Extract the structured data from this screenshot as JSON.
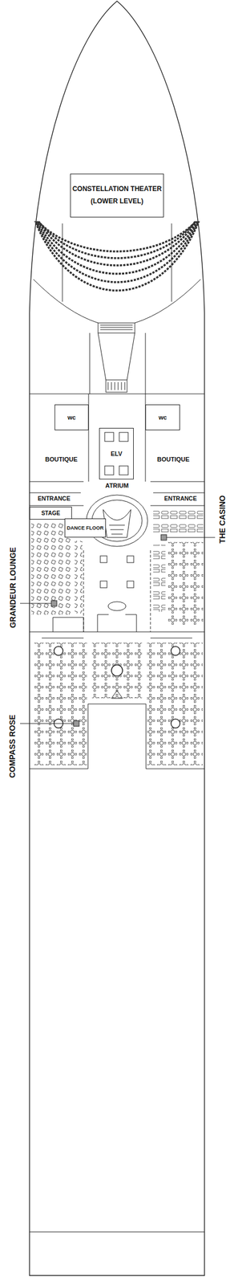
{
  "diagram": {
    "nodes": [
      {
        "text": [
          "CONSTELLATION THEATER",
          "(LOWER LEVEL)"
        ]
      },
      {
        "text": [
          "wc"
        ]
      },
      {
        "text": [
          "wc"
        ]
      },
      {
        "text": [
          "ELV"
        ]
      },
      {
        "text": [
          "STAGE"
        ]
      },
      {
        "text": [
          "DANCE FLOOR"
        ]
      }
    ],
    "labels": [
      "BOUTIQUE",
      "BOUTIQUE",
      "ATRIUM",
      "ENTRANCE",
      "ENTRANCE",
      "GRANDEUR LOUNGE",
      "THE CASINO",
      "COMPASS ROSE"
    ]
  }
}
